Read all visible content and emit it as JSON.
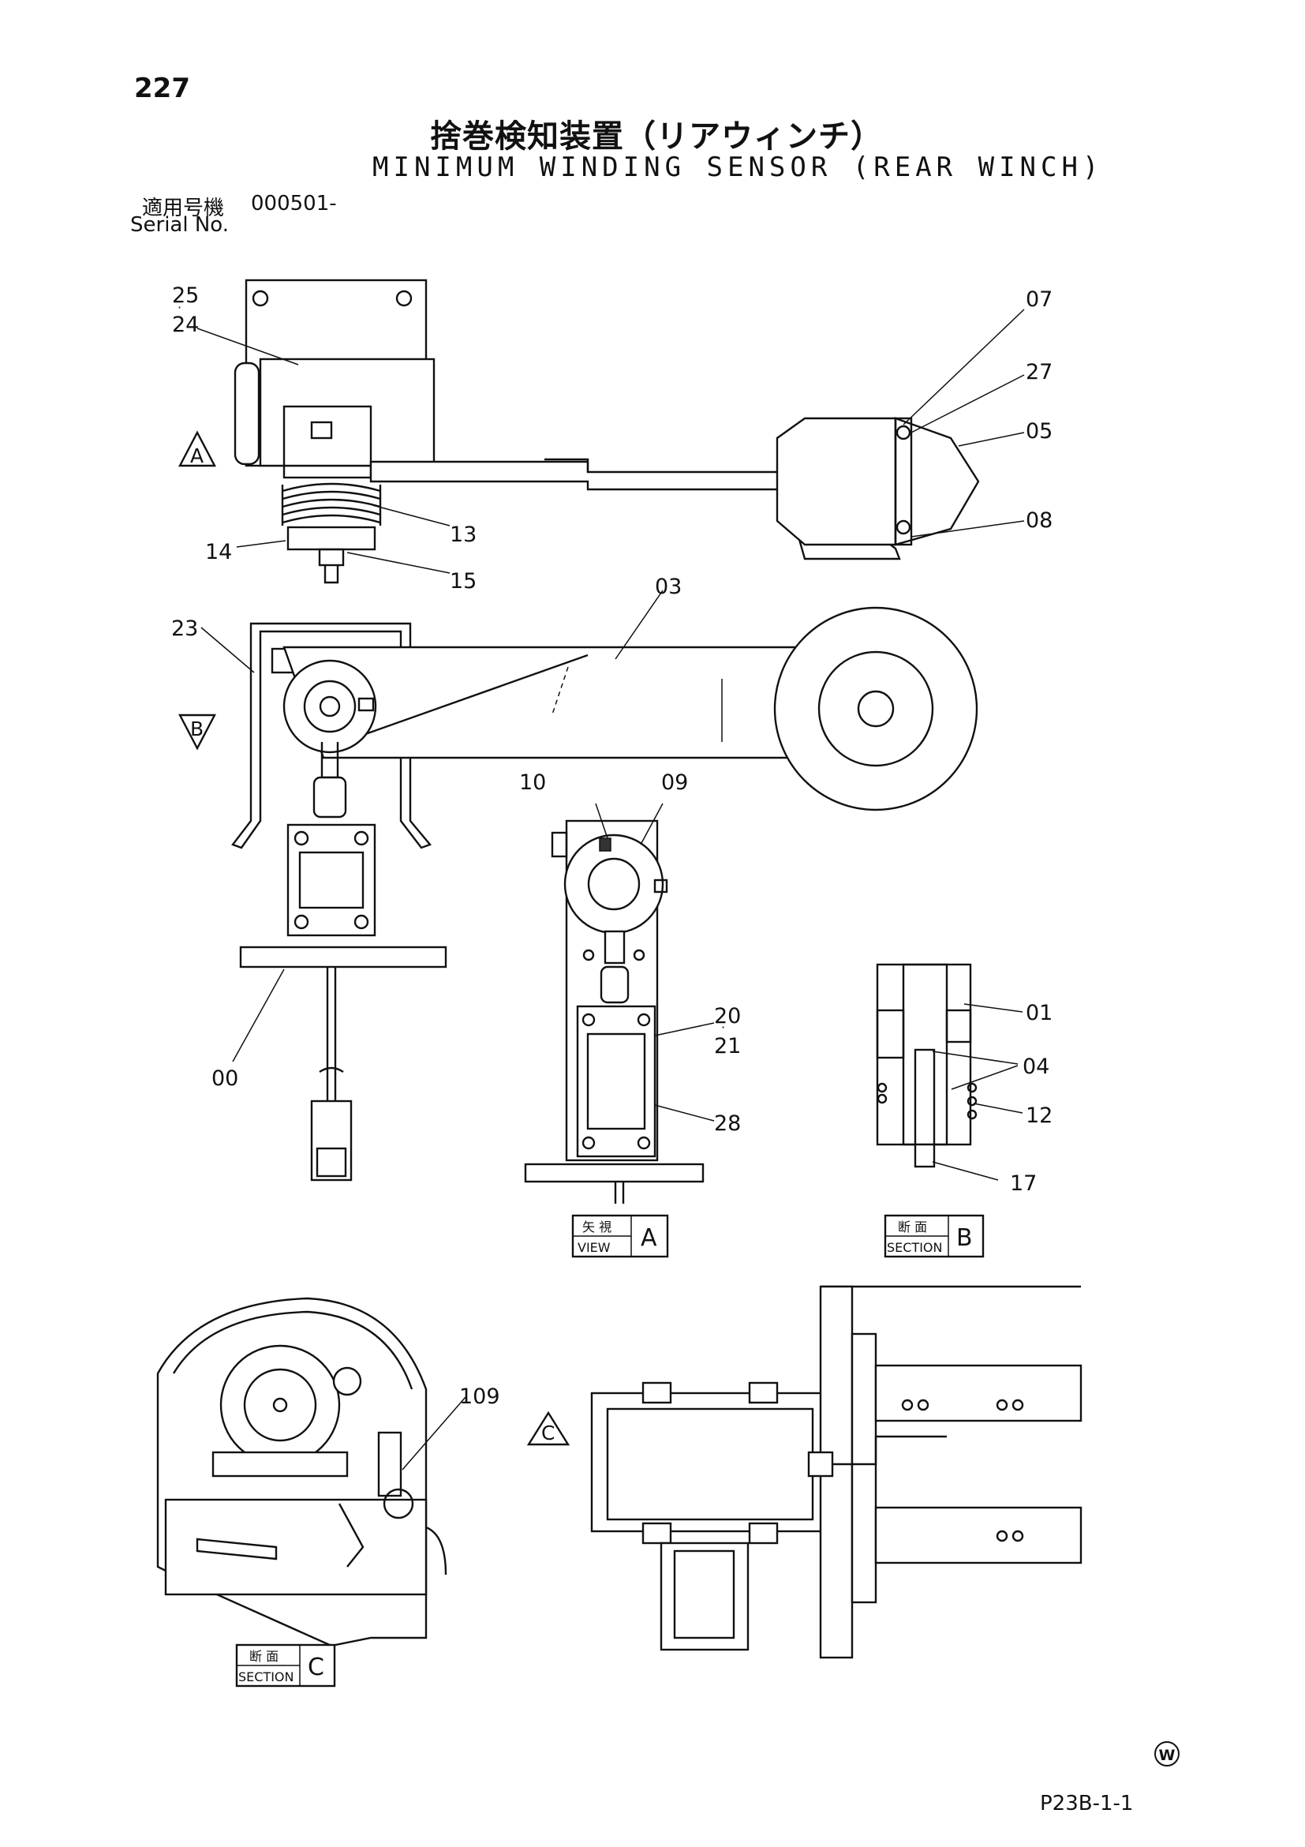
{
  "header": {
    "page_number": "227",
    "title_ja": "捨巻検知装置（リアウィンチ）",
    "title_en": "MINIMUM WINDING SENSOR (REAR WINCH)",
    "serial_label_ja": "適用号機",
    "serial_value": "000501-",
    "serial_label_en": "Serial No."
  },
  "callouts": {
    "c25": "25",
    "c24": "24",
    "c07": "07",
    "c27": "27",
    "c05": "05",
    "c13": "13",
    "c08": "08",
    "c14": "14",
    "c15": "15",
    "c03": "03",
    "c23": "23",
    "c10": "10",
    "c09": "09",
    "c00": "00",
    "c20": "20",
    "c21": "21",
    "c01": "01",
    "c04": "04",
    "c12": "12",
    "c28": "28",
    "c17": "17",
    "c109": "109"
  },
  "view_markers": {
    "a": "A",
    "b": "B",
    "c": "C"
  },
  "view_labels": {
    "view_a": {
      "ja": "矢 視",
      "en": "VIEW",
      "letter": "A"
    },
    "section_b": {
      "ja": "断 面",
      "en": "SECTION",
      "letter": "B"
    },
    "section_c": {
      "ja": "断 面",
      "en": "SECTION",
      "letter": "C"
    }
  },
  "footer": {
    "w_mark": "W",
    "page_code": "P23B-1-1"
  }
}
